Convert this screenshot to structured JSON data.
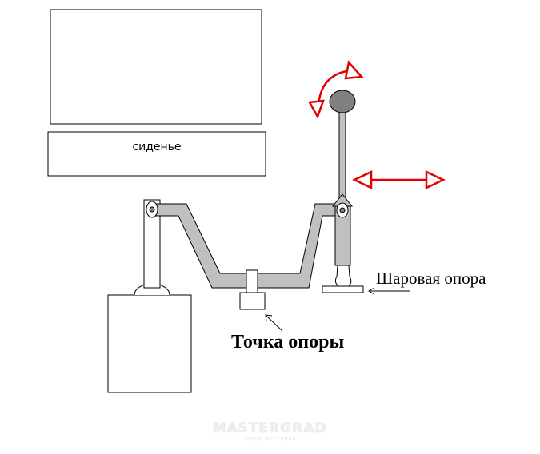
{
  "labels": {
    "seat": "сиденье",
    "pivot_point": "Точка опоры",
    "ball_support": "Шаровая опора"
  },
  "watermark": {
    "logo_text": "MASTERGRAD",
    "sub_text": "город мастеров"
  },
  "colors": {
    "outline": "#000000",
    "linkage_fill": "#c0c0c0",
    "knob_fill": "#808080",
    "arrow": "#e00000",
    "background": "#ffffff"
  }
}
